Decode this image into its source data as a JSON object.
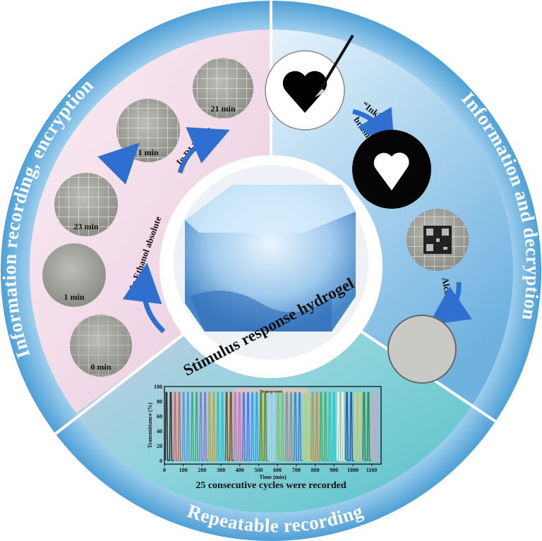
{
  "center": {
    "title": "Stimulus response hydrogel"
  },
  "ring": {
    "left": "Information recording, encryption",
    "right": "Information and decryption",
    "bottom": "Repeatable recording"
  },
  "left_sector": {
    "process_ethanol": "In Ethanol absolute",
    "process_water": "In DI Water",
    "samples": [
      {
        "label": "0 min"
      },
      {
        "label": "1 min"
      },
      {
        "label": "23 min"
      },
      {
        "label": "1 min"
      },
      {
        "label": "21 min"
      }
    ]
  },
  "right_sector": {
    "ink_label": "“Ink”",
    "brushing_label": "brushing",
    "alcohol_label": "Alcohol"
  },
  "bottom_sector": {
    "caption": "25 consecutive cycles were recorded"
  },
  "chart_data": {
    "type": "line",
    "title": "",
    "band_label": "Transparent",
    "xlabel": "Time (min)",
    "ylabel": "Transmittance (%)",
    "xlim": [
      0,
      1150
    ],
    "ylim": [
      -5,
      100
    ],
    "xticks": [
      "0",
      "100",
      "200",
      "300",
      "400",
      "500",
      "600",
      "700",
      "800",
      "900",
      "1000",
      "1100"
    ],
    "yticks": [
      "0",
      "20",
      "40",
      "60",
      "80",
      "100"
    ],
    "cycles": 25,
    "peaks_per_cycle": 2,
    "high_value": 92,
    "low_value": 0,
    "cycle_colors": [
      "#333333",
      "#e8605a",
      "#5a9be0",
      "#3db07a",
      "#a070d0",
      "#d9a020",
      "#30c0c8",
      "#8a4a20",
      "#e070b0",
      "#6a70d0",
      "#40a0e0",
      "#708a20",
      "#b0d0f0",
      "#8ac060",
      "#c08080",
      "#4a80e0",
      "#e0d040",
      "#e08a30",
      "#50b060",
      "#30c8c0",
      "#f0f0e0",
      "#2a60a0",
      "#d0d080",
      "#3a8a50",
      "#e0a0c0"
    ]
  },
  "colors": {
    "ring": "#6fb4e0",
    "left_sector": "#f3dbe8",
    "right_sector": "#a9d3ef",
    "bottom_sector": "#8fd3d8"
  }
}
